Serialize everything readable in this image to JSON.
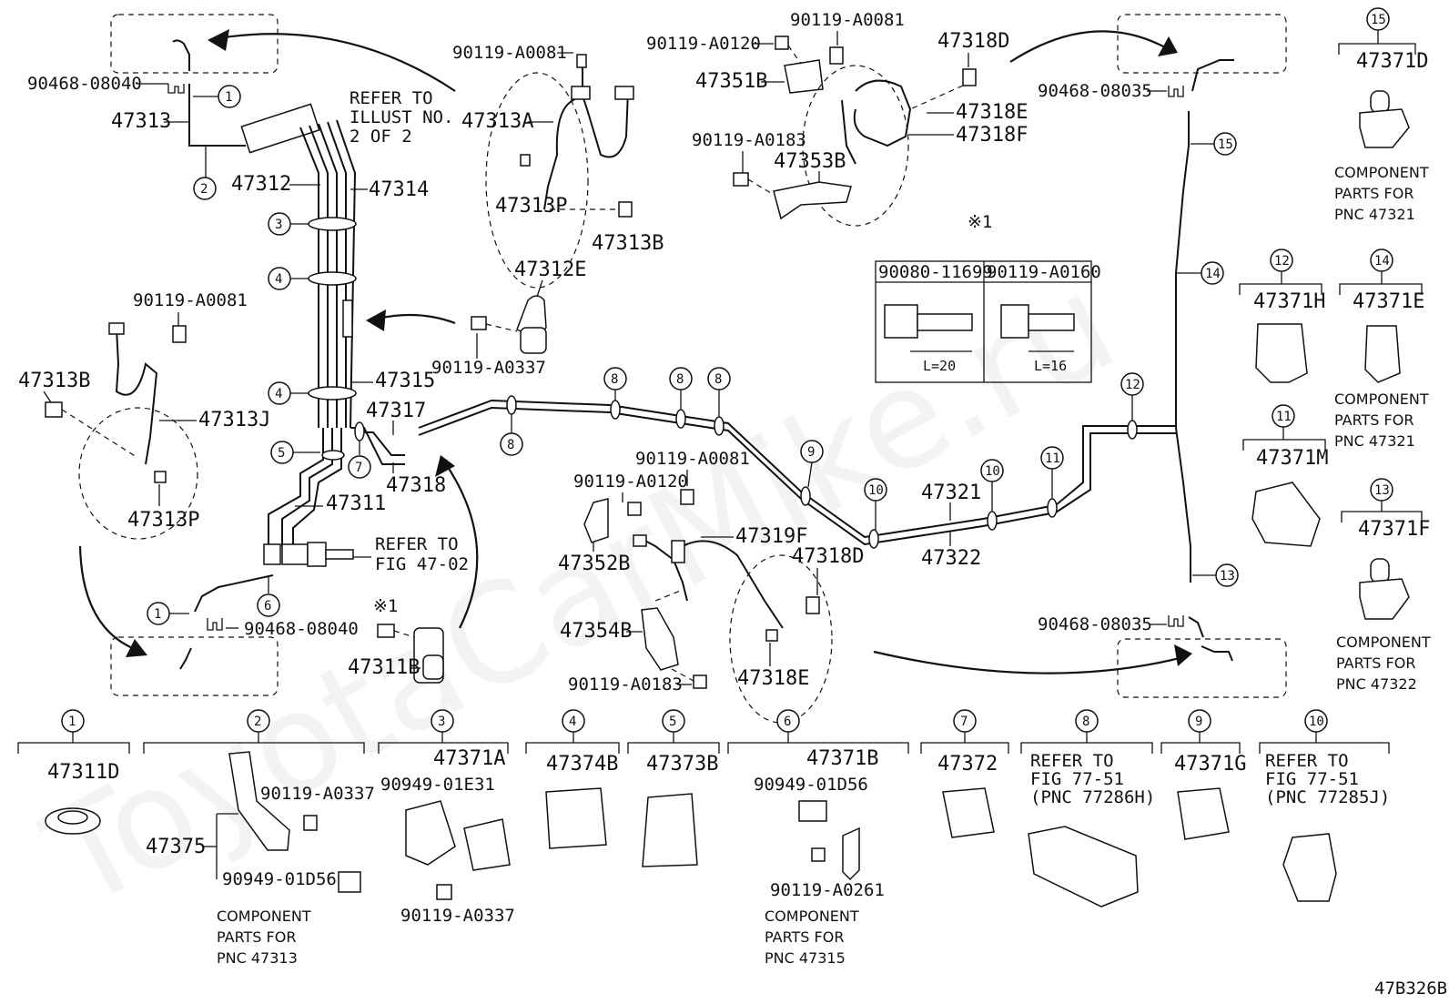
{
  "watermark": "ToyotaCarMike.ru",
  "figure_id": "47B326B",
  "refer_notes": {
    "illust": "REFER TO\nILLUST NO.\n2 OF 2",
    "fig4702": "REFER TO\nFIG 47-02",
    "fig7751h": "REFER TO\nFIG 77-51\n(PNC 77286H)",
    "fig7751j": "REFER TO\nFIG 77-51\n(PNC 77285J)"
  },
  "component_notes": {
    "c47313": "COMPONENT\nPARTS FOR\nPNC 47313",
    "c47315": "COMPONENT\nPARTS FOR\nPNC 47315",
    "c47321a": "COMPONENT\nPARTS FOR\nPNC 47321",
    "c47321b": "COMPONENT\nPARTS FOR\nPNC 47321",
    "c47322": "COMPONENT\nPARTS FOR\nPNC 47322"
  },
  "bolt_table": {
    "marker": "※1",
    "col1": "90080-11699",
    "col2": "90119-A0160",
    "len1": "L=20",
    "len2": "L=16"
  },
  "labels": {
    "p90468_08040_a": "90468-08040",
    "p90468_08040_b": "90468-08040",
    "p90468_08035_a": "90468-08035",
    "p90468_08035_b": "90468-08035",
    "p47313": "47313",
    "p47312": "47312",
    "p47314": "47314",
    "p47315": "47315",
    "p47317": "47317",
    "p47318": "47318",
    "p47311": "47311",
    "p47313A": "47313A",
    "p47313P_a": "47313P",
    "p47313B_a": "47313B",
    "p47313B_b": "47313B",
    "p47313J": "47313J",
    "p47313P_b": "47313P",
    "p90119_A0081_a": "90119-A0081",
    "p90119_A0081_b": "90119-A0081",
    "p90119_A0081_c": "90119-A0081",
    "p90119_A0081_d": "90119-A0081",
    "p90119_A0120_a": "90119-A0120",
    "p90119_A0120_b": "90119-A0120",
    "p90119_A0183_a": "90119-A0183",
    "p90119_A0183_b": "90119-A0183",
    "p90119_A0337_a": "90119-A0337",
    "p90119_A0337_b": "90119-A0337",
    "p90119_A0337_c": "90119-A0337",
    "p90119_A0261": "90119-A0261",
    "p47312E": "47312E",
    "p47351B": "47351B",
    "p47353B": "47353B",
    "p47318D_a": "47318D",
    "p47318D_b": "47318D",
    "p47318E_a": "47318E",
    "p47318E_b": "47318E",
    "p47318F": "47318F",
    "p47352B": "47352B",
    "p47319F": "47319F",
    "p47354B": "47354B",
    "p47311B": "47311B",
    "p47321": "47321",
    "p47322": "47322",
    "p47371D": "47371D",
    "p47371H": "47371H",
    "p47371E": "47371E",
    "p47371M": "47371M",
    "p47371F": "47371F",
    "p47311D": "47311D",
    "p47375": "47375",
    "p90949_01D56_a": "90949-01D56",
    "p90949_01D56_b": "90949-01D56",
    "p47371A": "47371A",
    "p90949_01E31": "90949-01E31",
    "p47374B": "47374B",
    "p47373B": "47373B",
    "p47371B": "47371B",
    "p47372": "47372",
    "p47371G": "47371G",
    "mark1": "※1"
  },
  "callouts": {
    "c1a": "1",
    "c2a": "2",
    "c3a": "3",
    "c4a": "4",
    "c4b": "4",
    "c5a": "5",
    "c6a": "6",
    "c7a": "7",
    "c1b": "1",
    "c8a": "8",
    "c8b": "8",
    "c8c": "8",
    "c8d": "8",
    "c9a": "9",
    "c10a": "10",
    "c10b": "10",
    "c11a": "11",
    "c12a": "12",
    "c13a": "13",
    "c14a": "14",
    "c15a": "15",
    "k15": "15",
    "k12": "12",
    "k14": "14",
    "k11": "11",
    "k13": "13",
    "b1": "1",
    "b2": "2",
    "b3": "3",
    "b4": "4",
    "b5": "5",
    "b6": "6",
    "b7": "7",
    "b8": "8",
    "b9": "9",
    "b10": "10"
  }
}
